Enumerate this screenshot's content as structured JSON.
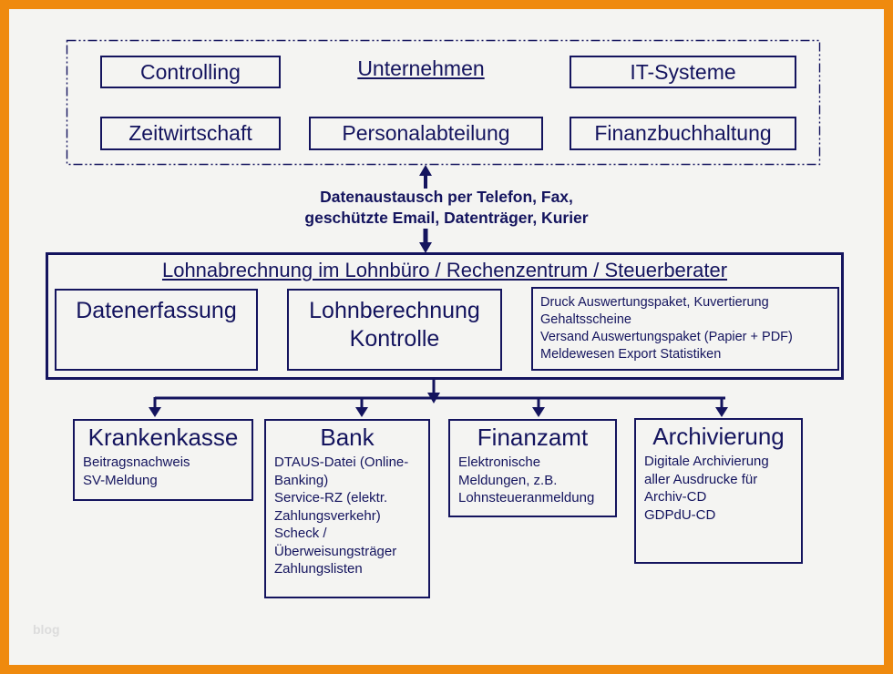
{
  "colors": {
    "navy": "#14145e",
    "orange": "#ef8a0e",
    "background": "#f4f4f2",
    "watermark_gray": "#dcdcdc"
  },
  "top_group": {
    "label": "Unternehmen",
    "controlling": "Controlling",
    "it_systeme": "IT-Systeme",
    "zeitwirtschaft": "Zeitwirtschaft",
    "personalabteilung": "Personalabteilung",
    "finanzbuchhaltung": "Finanzbuchhaltung"
  },
  "exchange": {
    "line1": "Datenaustausch per Telefon, Fax,",
    "line2": "geschützte Email, Datenträger, Kurier"
  },
  "payroll": {
    "title": "Lohnabrechnung im Lohnbüro / Rechenzentrum / Steuerberater",
    "datenerfassung": "Datenerfassung",
    "lohnberechnung": {
      "line1": "Lohnberechnung",
      "line2": "Kontrolle"
    },
    "output": {
      "line1": "Druck Auswertungspaket,  Kuvertierung",
      "line2": "Gehaltsscheine",
      "line3": "Versand Auswertungspaket  (Papier + PDF)",
      "line4": "Meldewesen Export Statistiken"
    }
  },
  "recipients": [
    {
      "title": "Krankenkasse",
      "lines": [
        "Beitragsnachweis",
        "SV-Meldung"
      ]
    },
    {
      "title": "Bank",
      "lines": [
        "DTAUS-Datei (Online-",
        "Banking)",
        "Service-RZ (elektr.",
        "Zahlungsverkehr)",
        "Scheck /",
        "Überweisungsträger",
        "Zahlungslisten"
      ]
    },
    {
      "title": "Finanzamt",
      "lines": [
        "Elektronische",
        "Meldungen, z.B.",
        "Lohnsteueranmeldung"
      ]
    },
    {
      "title": "Archivierung",
      "lines": [
        "Digitale Archivierung",
        "aller Ausdrucke für",
        "Archiv-CD",
        "GDPdU-CD"
      ]
    }
  ],
  "watermark": "blog"
}
